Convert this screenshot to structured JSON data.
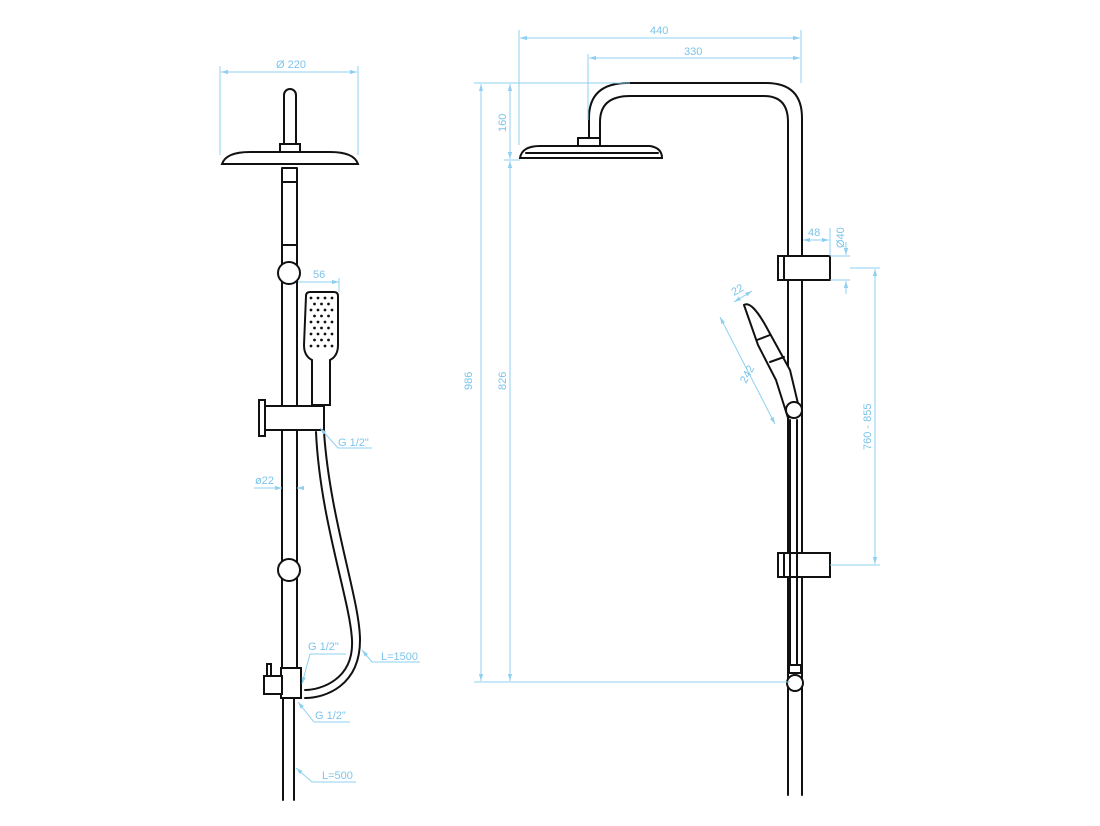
{
  "front_view": {
    "head_diameter": "Ø 220",
    "hand_shower_width": "56",
    "hand_connection": "G 1/2\"",
    "rail_diameter": "ø22",
    "diverter_outlet_connection": "G 1/2\"",
    "hose_length": "L=1500",
    "inlet_connection": "G 1/2\"",
    "inlet_pipe_length": "L=500"
  },
  "side_view": {
    "total_projection": "440",
    "arm_projection": "330",
    "head_drop": "160",
    "total_height": "986",
    "head_height": "826",
    "bracket_projection": "48",
    "bracket_diameter": "Ø40",
    "hand_shower_width": "22",
    "hand_shower_length": "242",
    "bracket_spacing": "760 - 855"
  }
}
